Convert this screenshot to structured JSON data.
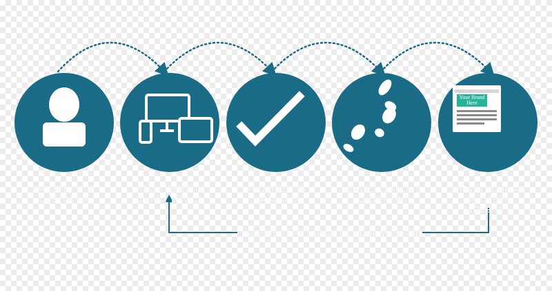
{
  "colors": {
    "circle": "#1a6b86",
    "icon": "#ffffff",
    "arrow": "#1a6b86",
    "brand_banner": "#27b39a"
  },
  "steps": [
    {
      "icon": "user-icon",
      "label_lines": [
        "PROSPECTIVE",
        "CUSTOMER"
      ]
    },
    {
      "icon": "devices-icon",
      "label_lines": [
        "VIEWS WEBSITE",
        "ON ANY DEVICE"
      ]
    },
    {
      "icon": "checkmark-icon",
      "label_lines": [
        "PROSPECT IS",
        "TRACKED"
      ]
    },
    {
      "icon": "footsteps-icon",
      "label_lines": [
        "LEAVES WITHOUT",
        "CONVERTING"
      ]
    },
    {
      "icon": "ad-banner-icon",
      "label_lines": [
        "SHOWN YOUR AD",
        "ON OTHER WEBSITES"
      ]
    }
  ],
  "ad_banner_text": [
    "Your Brand",
    "Here"
  ],
  "bottom_caption": "PROSPECT RETURNS TO YOUR WEBSITE"
}
